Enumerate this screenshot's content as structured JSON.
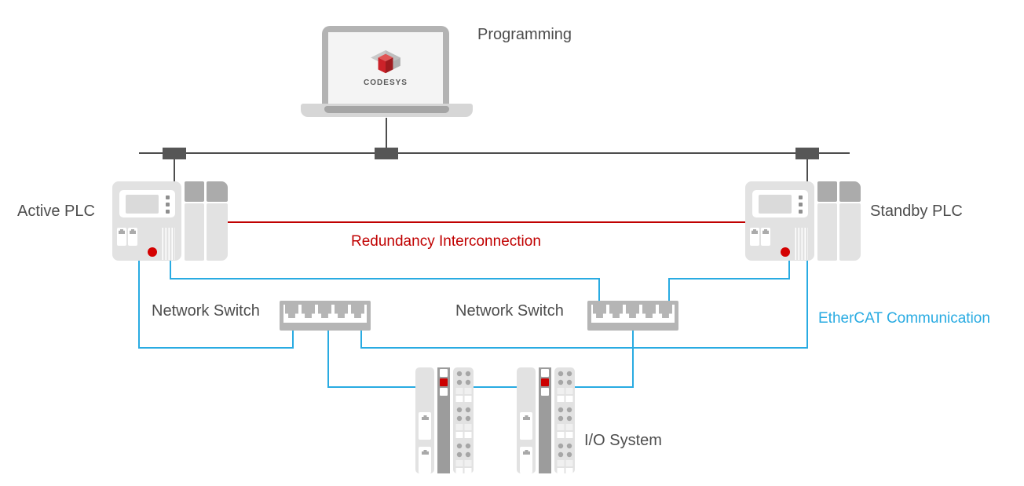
{
  "labels": {
    "programming": "Programming",
    "active_plc": "Active PLC",
    "standby_plc": "Standby PLC",
    "redundancy_interconnection": "Redundancy Interconnection",
    "network_switch_left": "Network Switch",
    "network_switch_right": "Network Switch",
    "ethercat_communication": "EtherCAT Communication",
    "io_system": "I/O System",
    "codesys_logo": "CODESYS"
  },
  "colors": {
    "redundancy_line": "#c00000",
    "ethercat_line": "#29abe2",
    "ethernet_bus_line": "#4d4d4d",
    "label_text": "#4d4d4d",
    "device_body_gray": "#e2e2e2",
    "module_top_gray": "#ababab",
    "switch_body_gray": "#b5b5b5",
    "led_red": "#d40000",
    "codesys_cube_red": "#cc2229"
  },
  "icons": {
    "laptop": "laptop-icon",
    "codesys_cube": "codesys-cube-icon",
    "plc": "plc-icon",
    "network_switch": "network-switch-icon",
    "io_module": "io-module-icon",
    "bus_connector": "bus-connector-icon",
    "ethernet_port": "ethernet-port-icon",
    "status_led": "status-led-icon"
  },
  "connections": [
    {
      "from": "programming-laptop",
      "to": "ethernet-bus",
      "type": "bus"
    },
    {
      "from": "ethernet-bus",
      "to": "active-plc",
      "type": "bus"
    },
    {
      "from": "ethernet-bus",
      "to": "standby-plc",
      "type": "bus"
    },
    {
      "from": "active-plc",
      "to": "standby-plc",
      "type": "redundancy-interconnection"
    },
    {
      "from": "active-plc",
      "to": "network-switch-left",
      "type": "ethercat"
    },
    {
      "from": "active-plc",
      "to": "network-switch-right",
      "type": "ethercat"
    },
    {
      "from": "standby-plc",
      "to": "network-switch-left",
      "type": "ethercat"
    },
    {
      "from": "standby-plc",
      "to": "network-switch-right",
      "type": "ethercat"
    },
    {
      "from": "network-switch-left",
      "to": "io-module-1",
      "type": "ethercat"
    },
    {
      "from": "network-switch-right",
      "to": "io-module-2",
      "type": "ethercat"
    },
    {
      "from": "io-module-1",
      "to": "io-module-2",
      "type": "ethercat"
    }
  ]
}
